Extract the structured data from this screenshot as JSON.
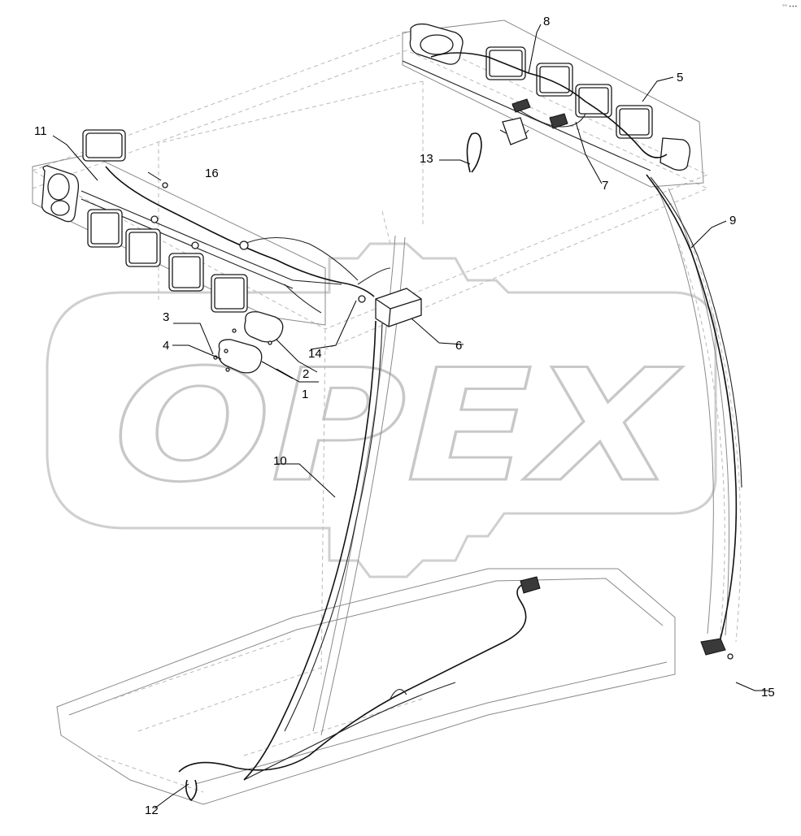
{
  "watermark": {
    "text": "OPEX"
  },
  "corner_mark": "°° •••",
  "callouts": {
    "c1": "1",
    "c2": "2",
    "c3": "3",
    "c4": "4",
    "c5": "5",
    "c6": "6",
    "c7": "7",
    "c8": "8",
    "c9": "9",
    "c10": "10",
    "c11": "11",
    "c12": "12",
    "c13": "13",
    "c14": "14",
    "c15": "15",
    "c16": "16"
  }
}
